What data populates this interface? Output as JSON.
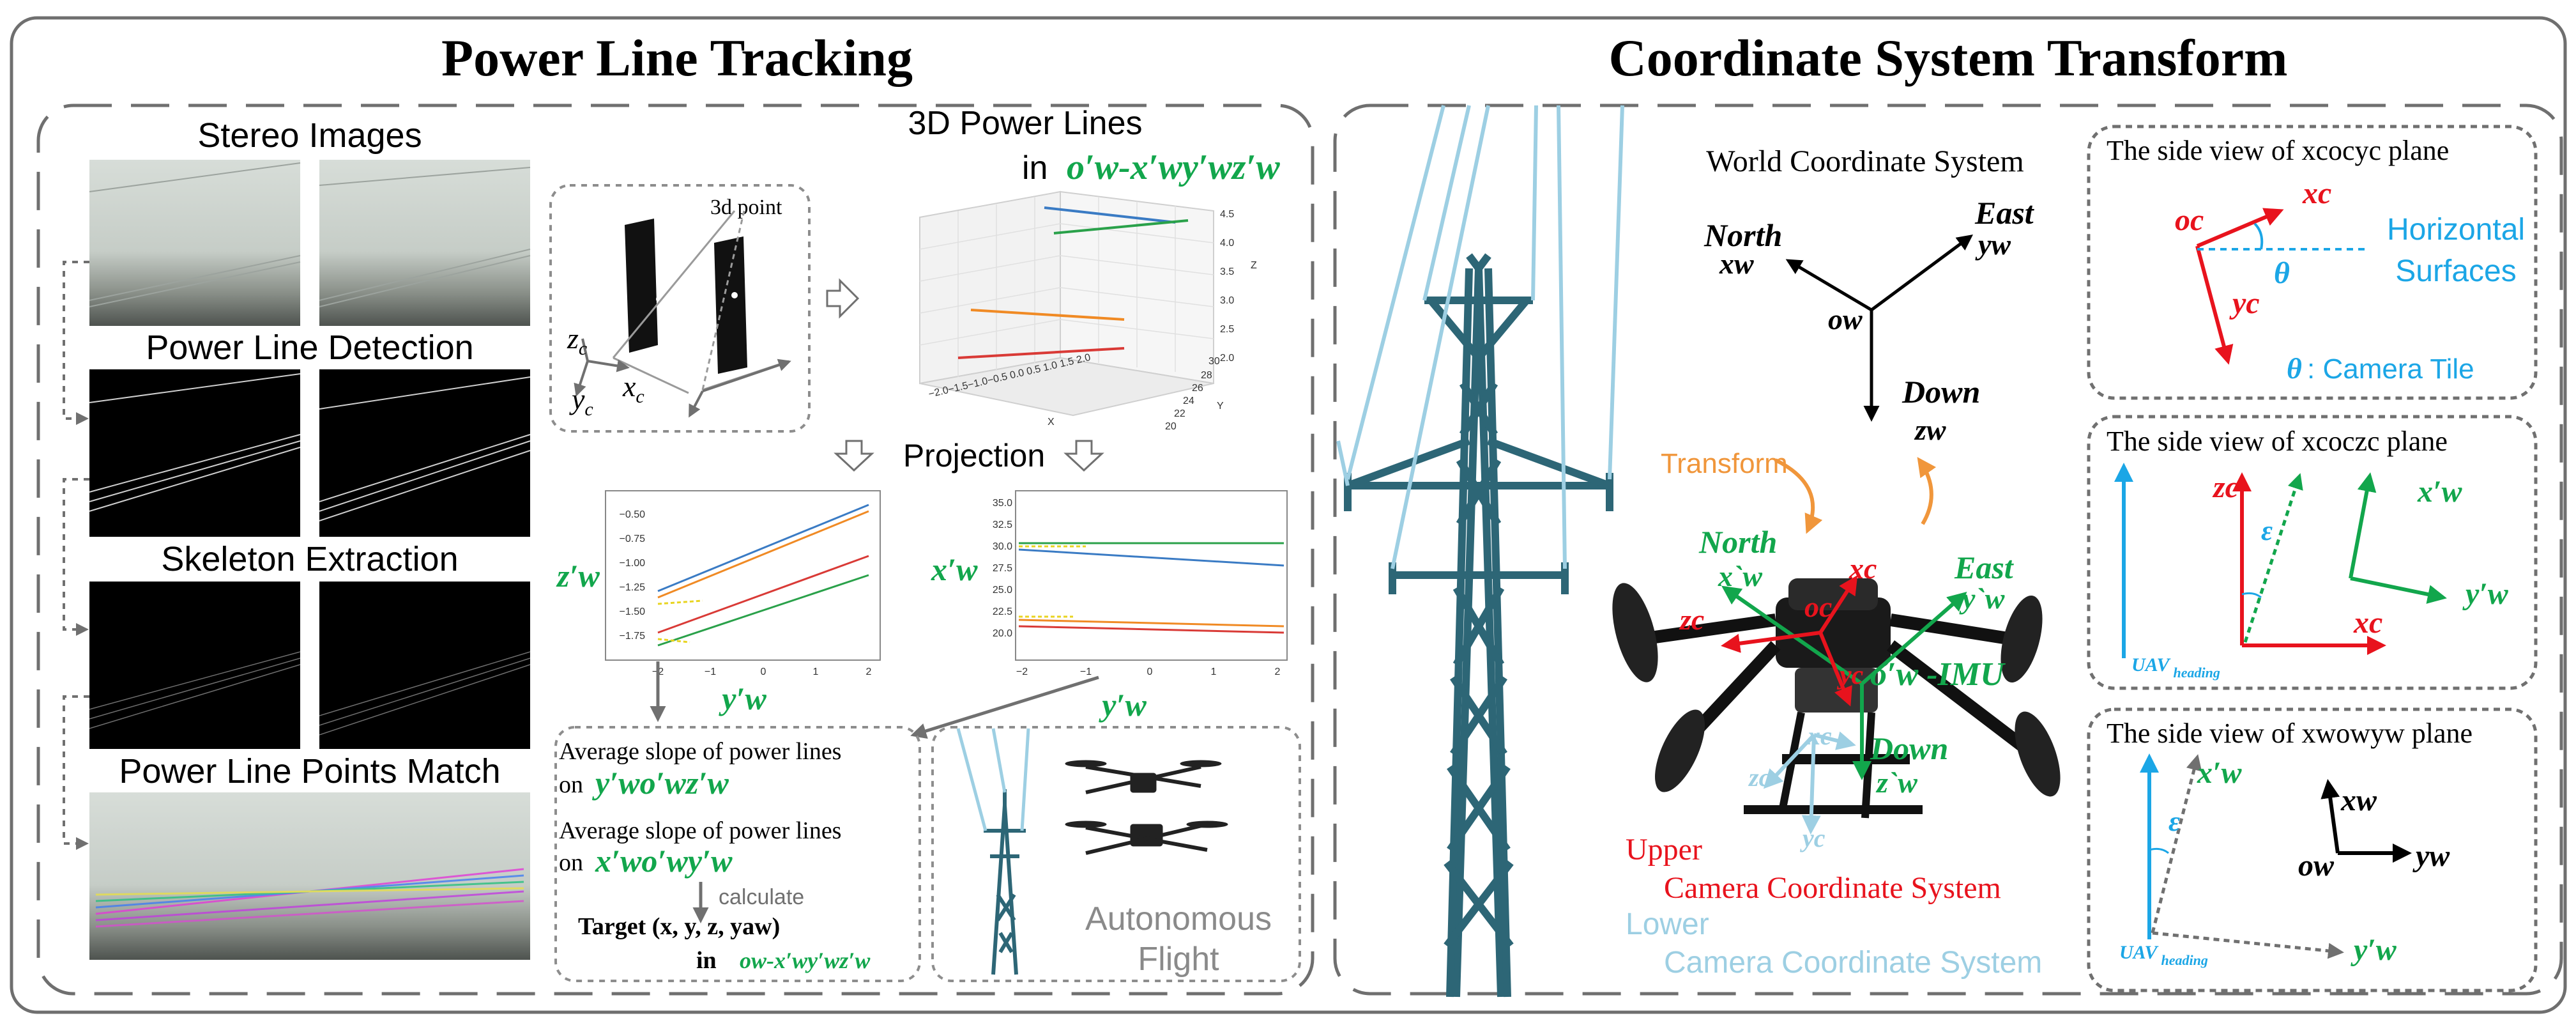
{
  "colors": {
    "red": "#e8131d",
    "green": "#12a64c",
    "light_blue": "#1ba6e6",
    "pale_blue": "#9dcfe3",
    "orange": "#f0963b",
    "tower": "#2d6676",
    "gray": "#707070"
  },
  "left_panel": {
    "title": "Power Line Tracking",
    "stereo_images": "Stereo Images",
    "detection": "Power Line Detection",
    "skeleton": "Skeleton Extraction",
    "match": "Power Line Points Match",
    "point_3d": "3d point",
    "zc": "z",
    "xc": "x",
    "yc": "y",
    "sub_c": "c",
    "lines_3d_title": "3D Power Lines",
    "lines_3d_in": "in",
    "frame_label": "o′w-x′wy′wz′w",
    "projection": "Projection",
    "plot1_ylabel": "z′w",
    "plot1_xlabel": "y′w",
    "plot2_ylabel": "x′w",
    "plot2_xlabel": "y′w",
    "avg_slope_1": "Average slope of power lines",
    "avg_on_1": "on",
    "avg_plane_1": "y′wo′wz′w",
    "avg_slope_2": "Average slope of power lines",
    "avg_on_2": "on",
    "avg_plane_2": "x′wo′wy′w",
    "calculate": "calculate",
    "target": "Target (x, y, z, yaw)",
    "target_in": "in",
    "target_frame": "ow-x′wy′wz′w",
    "autonomous": "Autonomous",
    "flight": "Flight"
  },
  "plot_ticks": {
    "p3d_z": [
      "4.5",
      "4.0",
      "3.5",
      "3.0",
      "2.5",
      "2.0"
    ],
    "p3d_y": [
      "30",
      "28",
      "26",
      "24",
      "22",
      "20"
    ],
    "p3d_x": "−2.0−1.5−1.0−0.5 0.0 0.5 1.0 1.5 2.0",
    "p3d_x_label": "X",
    "p3d_y_label": "Y",
    "p3d_z_label": "Z",
    "p1_y": [
      "−0.50",
      "−0.75",
      "−1.00",
      "−1.25",
      "−1.50",
      "−1.75"
    ],
    "p1_x": [
      "−2",
      "−1",
      "0",
      "1",
      "2"
    ],
    "p2_y": [
      "35.0",
      "32.5",
      "30.0",
      "27.5",
      "25.0",
      "22.5",
      "20.0"
    ],
    "p2_x": [
      "−2",
      "−1",
      "0",
      "1",
      "2"
    ]
  },
  "right_panel": {
    "title": "Coordinate System Transform",
    "world_cs": "World Coordinate System",
    "north": "North",
    "east": "East",
    "down": "Down",
    "xw": "xw",
    "yw": "yw",
    "zw": "zw",
    "ow": "ow",
    "transform": "Transform",
    "drone_north": "North",
    "drone_east": "East",
    "drone_down": "Down",
    "drone_xw": "x`w",
    "drone_yw": "y`w",
    "drone_zw": "z`w",
    "drone_xc": "xc",
    "drone_zc": "zc",
    "drone_oc": "oc",
    "drone_yc": "yc",
    "imu": "o′w -IMU",
    "lower_xc": "xc",
    "lower_zc": "zc",
    "lower_yc": "yc",
    "upper": "Upper",
    "upper_cs": "Camera Coordinate System",
    "lower": "Lower",
    "lower_cs": "Camera Coordinate System",
    "side1_title": "The side view of xcocyc plane",
    "side1_oc": "oc",
    "side1_xc": "xc",
    "side1_yc": "yc",
    "side1_horizontal": "Horizontal",
    "side1_surfaces": "Surfaces",
    "side1_theta": "θ",
    "side1_tile": ": Camera Tile",
    "side2_title": "The side view of xcoczc plane",
    "side2_zc": "zc",
    "side2_xc": "xc",
    "side2_xw": "x′w",
    "side2_yw": "y′w",
    "side2_eps": "ε",
    "side2_uav": "UAV",
    "side2_heading": "heading",
    "side3_title": "The side view of xwowyw plane",
    "side3_xw_p": "x′w",
    "side3_yw_p": "y′w",
    "side3_xw": "xw",
    "side3_yw": "yw",
    "side3_ow": "ow",
    "side3_eps": "ε",
    "side3_uav": "UAV",
    "side3_heading": "heading"
  }
}
